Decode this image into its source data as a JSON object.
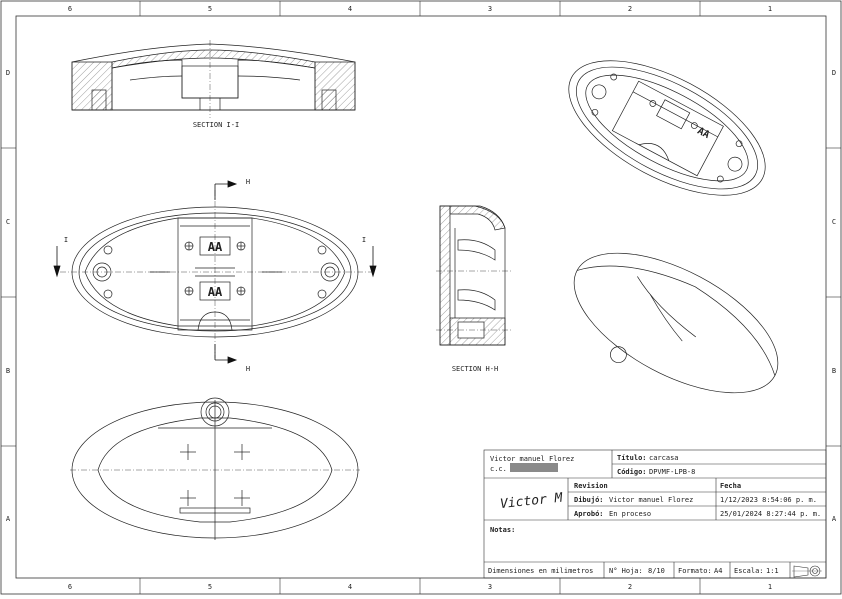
{
  "border": {
    "columns": [
      "6",
      "5",
      "4",
      "3",
      "2",
      "1"
    ],
    "rows": [
      "D",
      "C",
      "B",
      "A"
    ]
  },
  "views": {
    "section_top_label": "SECTION I-I",
    "section_side_label": "SECTION H-H",
    "cut_h": "H",
    "cut_i": "I",
    "battery_label": "AA"
  },
  "title_block": {
    "author": "Victor manuel Florez",
    "id_label": "c.c.",
    "titulo_label": "Título:",
    "titulo_value": "carcasa",
    "codigo_label": "Código:",
    "codigo_value": "DPVMF-LPB-8",
    "revision_label": "Revision",
    "fecha_label": "Fecha",
    "signature": "Victor M",
    "dibujo_label": "Dibujó:",
    "dibujo_value": "Victor manuel Florez",
    "dibujo_date": "1/12/2023 8:54:06 p. m.",
    "aprobo_label": "Aprobó:",
    "aprobo_value": "En proceso",
    "aprobo_date": "25/01/2024 8:27:44 p. m.",
    "notas_label": "Notas:",
    "dimensiones": "Dimensiones en milimetros",
    "hoja_label": "N° Hoja:",
    "hoja_value": "8/10",
    "formato_label": "Formato:",
    "formato_value": "A4",
    "escala_label": "Escala:",
    "escala_value": "1:1"
  }
}
